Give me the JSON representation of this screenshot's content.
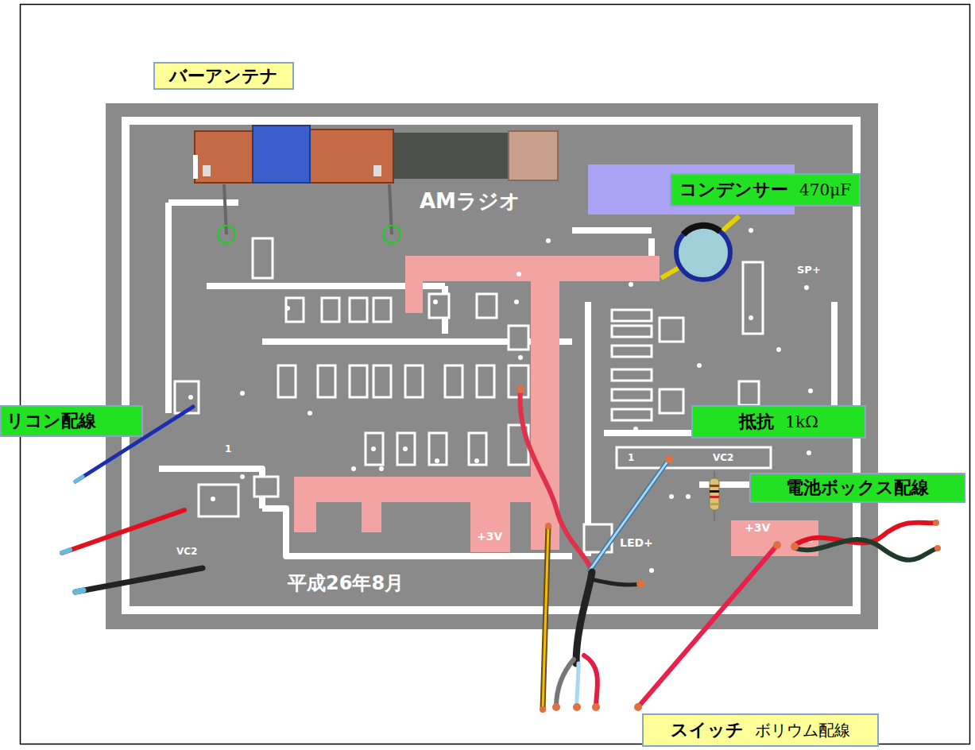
{
  "diagram": {
    "nodes": [
      {
        "text": [
          "バーアンテナ"
        ]
      },
      {
        "text": [
          "コンデンサー",
          "470μF"
        ]
      },
      {
        "text": [
          "リコン配線"
        ]
      },
      {
        "text": [
          "抵抗",
          "1kΩ"
        ]
      },
      {
        "text": [
          "電池ボックス配線"
        ]
      },
      {
        "text": [
          "スイッチ",
          "ボリウム配線"
        ]
      }
    ],
    "labels": [
      "AMラジオ",
      "SP+",
      "1",
      "1",
      "VC2",
      "+3V",
      "+3V",
      "LED+",
      "VC2",
      "平成26年8月"
    ]
  }
}
